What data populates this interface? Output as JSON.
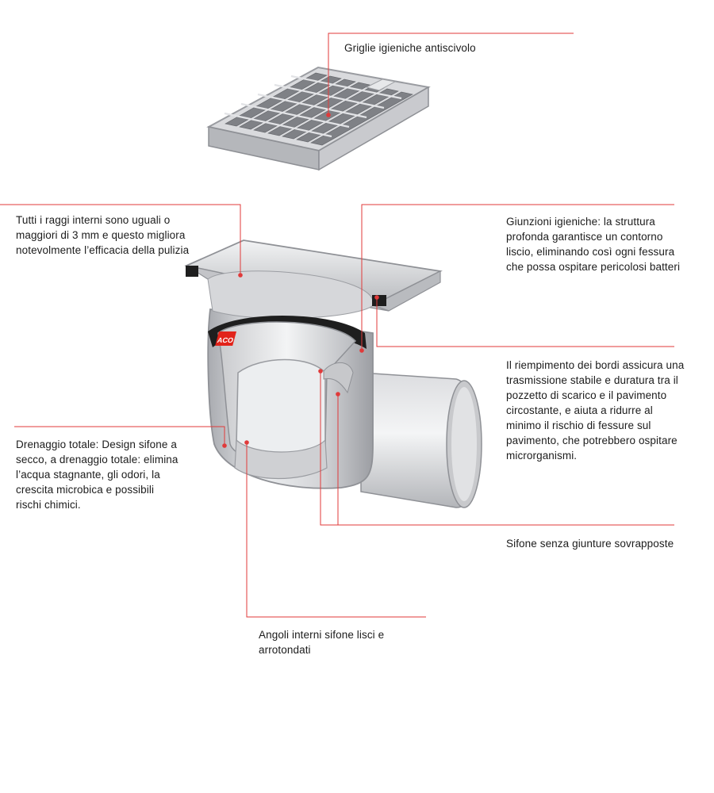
{
  "colors": {
    "leader": "#e03a3a",
    "steel_light": "#e9e9ec",
    "steel_mid": "#c4c5c9",
    "steel_dark": "#8e9096",
    "gasket": "#1e1e1e",
    "brand_red": "#e2231a"
  },
  "logo": {
    "text": "ACO"
  },
  "labels": {
    "grid": "Griglie igieniche antiscivolo",
    "radii": "Tutti i raggi interni sono uguali o maggiori di 3 mm e questo migliora notevolmente l’efficacia della pulizia",
    "joints": "Giunzioni igieniche: la struttura profonda garantisce un contorno liscio, eliminando così ogni fessura che possa ospitare pericolosi batteri",
    "edges": "Il riempimento dei bordi assicura una trasmissione stabile e duratura tra il pozzetto di scarico e il pavimento circostante, e aiuta a ridurre al minimo il rischio di fessure sul pavimento, che potrebbero ospitare microrganismi.",
    "drain": "Drenaggio totale: Design sifone a secco, a drenaggio totale: elimina l’acqua stagnante, gli odori, la crescita microbica e possibili rischi chimici.",
    "siphon": "Sifone senza giunture sovrapposte",
    "corners": "Angoli interni sifone lisci e arrotondati"
  }
}
